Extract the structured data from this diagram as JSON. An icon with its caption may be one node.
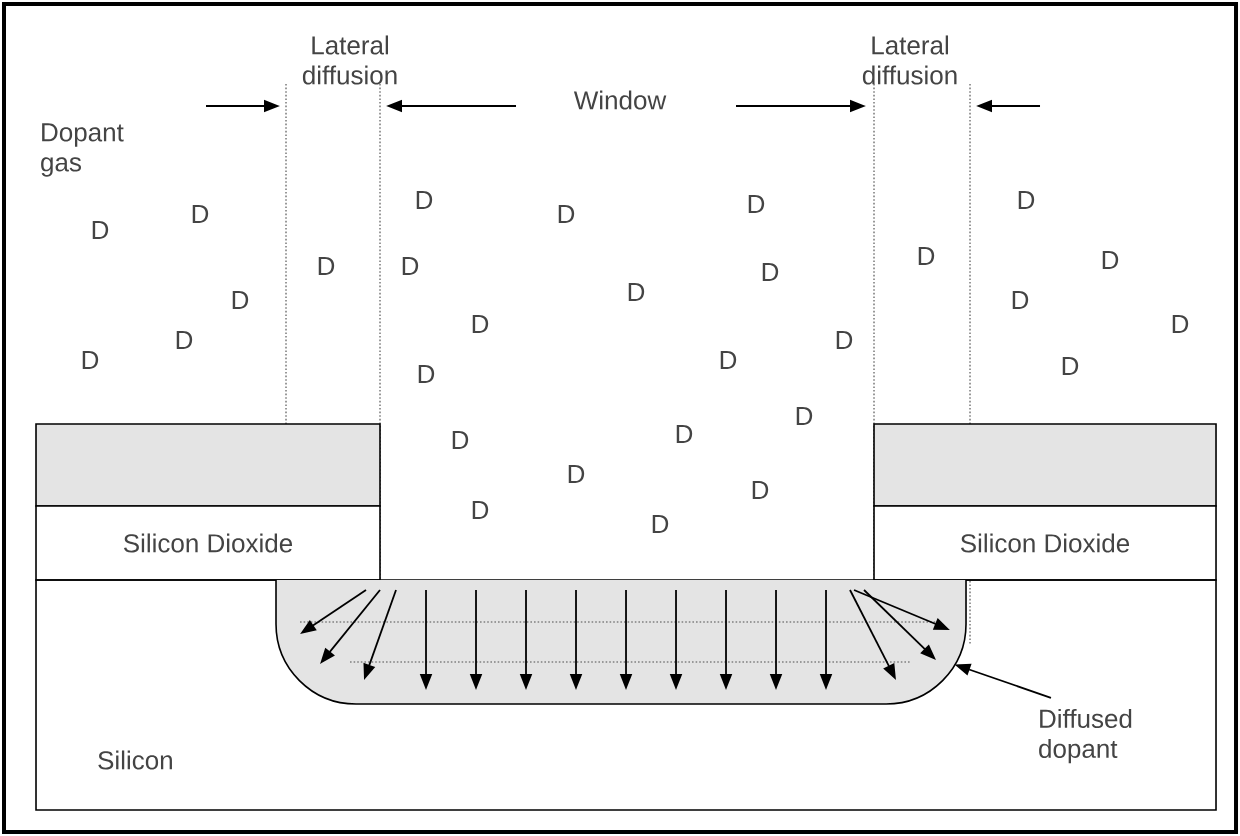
{
  "diagram": {
    "nodes": [
      {
        "text": [],
        "shape": "box"
      },
      {
        "text": [],
        "shape": "box"
      },
      {
        "text": [
          "Silicon Dioxide"
        ]
      },
      {
        "text": [
          "Silicon Dioxide"
        ]
      },
      {
        "text": [
          "Silicon"
        ]
      },
      {
        "text": [],
        "shape": "box",
        "in": 4
      },
      {
        "text": [
          "Diffused dopant"
        ],
        "in": 4
      }
    ],
    "edges": [
      {
        "from": 6,
        "to": 5,
        "arrow": "to"
      }
    ],
    "labels": [
      "Lateral diffusion",
      "Window",
      "Lateral diffusion",
      "Dopant gas",
      "D",
      "D",
      "D",
      "D",
      "D",
      "D",
      "D",
      "D",
      "D",
      "D",
      "D",
      "D",
      "D",
      "D",
      "D",
      "D",
      "D",
      "D",
      "D",
      "D",
      "D",
      "D",
      "D",
      "D",
      "D",
      "D",
      "D",
      "D",
      "D"
    ]
  }
}
